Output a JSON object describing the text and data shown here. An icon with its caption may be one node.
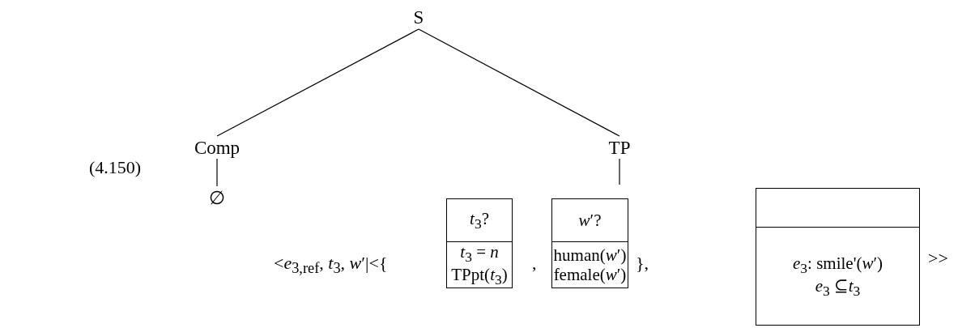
{
  "diagram": {
    "nodes": [
      {
        "text": [
          "S"
        ]
      },
      {
        "text": [
          "Comp"
        ]
      },
      {
        "text": [
          "TP"
        ]
      },
      {
        "text": [
          "∅"
        ]
      },
      {
        "text": [
          "*t*$_{3}$?",
          "*t*$_{3}$ = *n*",
          "TPpt(*t*$_{3}$)"
        ]
      },
      {
        "text": [
          "*w*′?",
          "human(*w*′)",
          "female(*w*′)"
        ]
      },
      {
        "text": [
          "*e*$_{3}$: smile'(*w*′)",
          "*e*$_{3}$ ⊆*t*$_{3}$"
        ]
      }
    ],
    "edges": [
      {
        "from": 0,
        "to": 1,
        "arrow": "none"
      },
      {
        "from": 0,
        "to": 2,
        "arrow": "none"
      },
      {
        "from": 1,
        "to": 3,
        "arrow": "none"
      },
      {
        "from": 2,
        "to": null,
        "arrow": "none"
      }
    ],
    "labels": [
      "(4.150)",
      "<*e*$_{3,ref}$, *t*$_{3}$, *w*′|<{",
      ",",
      "},",
      ">>"
    ]
  }
}
